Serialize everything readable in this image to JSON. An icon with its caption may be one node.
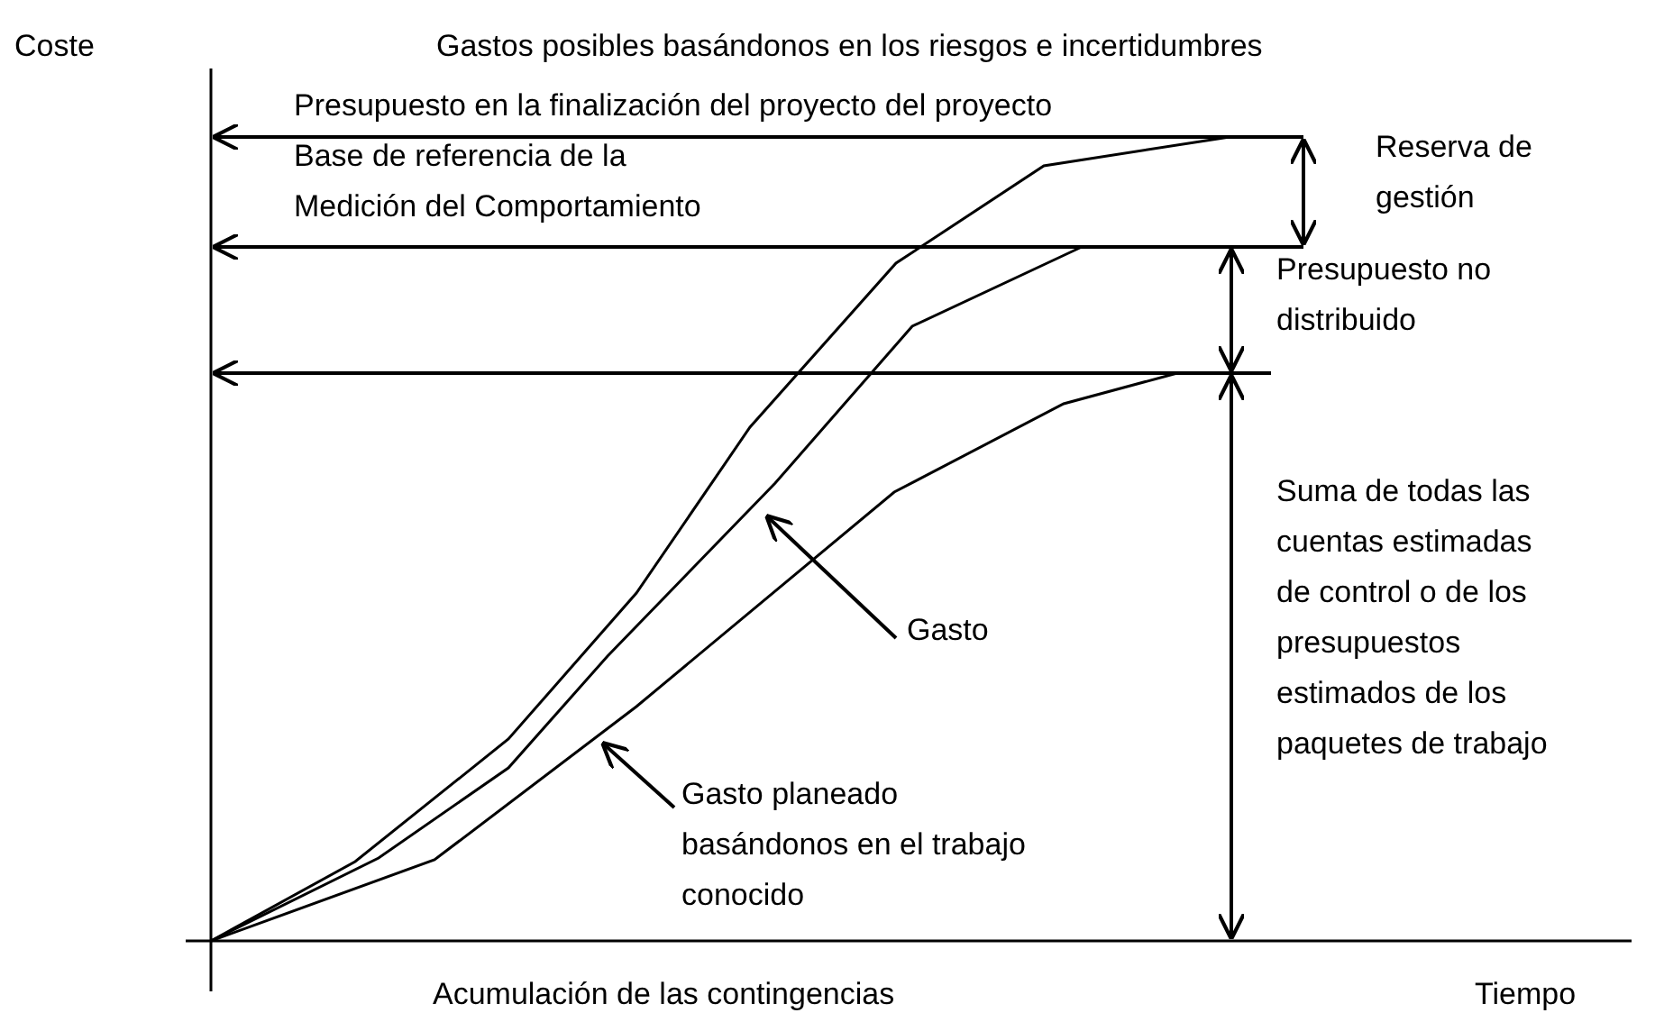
{
  "diagram": {
    "nodes": [
      {
        "text": [
          "Gasto"
        ]
      },
      {
        "text": [
          "Gasto planeado basándonos en el trabajo conocido"
        ]
      }
    ],
    "edges": [
      {
        "from": 0,
        "to": null,
        "arrow": "to"
      },
      {
        "from": 1,
        "to": null,
        "arrow": "to"
      }
    ],
    "labels": [
      "Coste",
      "Gastos posibles basándonos en los riesgos e incertidumbres",
      "Presupuesto en la finalización del proyecto del proyecto",
      "Base de referencia de la Medición del Comportamiento",
      "Reserva de gestión",
      "Presupuesto no distribuido",
      "Suma de todas las cuentas estimadas de control o de los presupuestos estimados de los paquetes de trabajo",
      "Acumulación de las contingencias",
      "Tiempo"
    ]
  }
}
